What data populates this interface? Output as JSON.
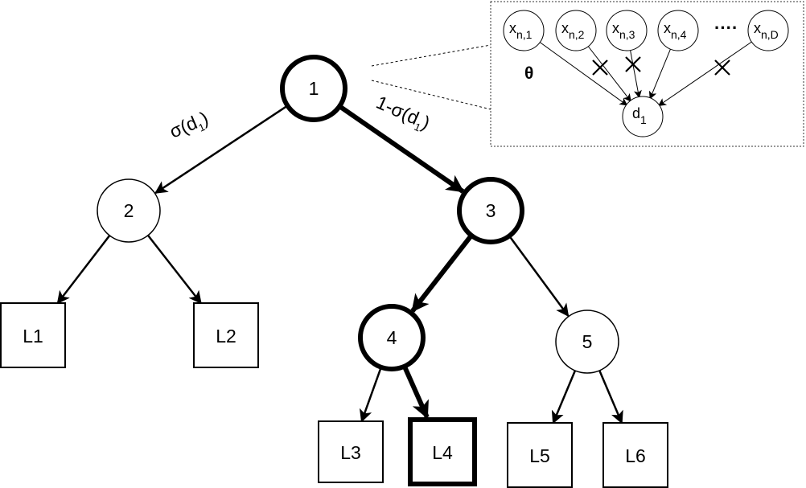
{
  "nodes": [
    {
      "id": "n1",
      "label": "1",
      "bold": true
    },
    {
      "id": "n2",
      "label": "2",
      "bold": false
    },
    {
      "id": "n3",
      "label": "3",
      "bold": true
    },
    {
      "id": "n4",
      "label": "4",
      "bold": true
    },
    {
      "id": "n5",
      "label": "5",
      "bold": false
    }
  ],
  "leaves": [
    {
      "id": "L1",
      "label": "L1",
      "bold": false
    },
    {
      "id": "L2",
      "label": "L2",
      "bold": false
    },
    {
      "id": "L3",
      "label": "L3",
      "bold": false
    },
    {
      "id": "L4",
      "label": "L4",
      "bold": true
    },
    {
      "id": "L5",
      "label": "L5",
      "bold": false
    },
    {
      "id": "L6",
      "label": "L6",
      "bold": false
    }
  ],
  "edges": [
    {
      "from": "n1",
      "to": "n2",
      "bold": false
    },
    {
      "from": "n1",
      "to": "n3",
      "bold": true
    },
    {
      "from": "n2",
      "to": "L1",
      "bold": false
    },
    {
      "from": "n2",
      "to": "L2",
      "bold": false
    },
    {
      "from": "n3",
      "to": "n4",
      "bold": true
    },
    {
      "from": "n3",
      "to": "n5",
      "bold": false
    },
    {
      "from": "n4",
      "to": "L3",
      "bold": false
    },
    {
      "from": "n4",
      "to": "L4",
      "bold": true
    },
    {
      "from": "n5",
      "to": "L5",
      "bold": false
    },
    {
      "from": "n5",
      "to": "L6",
      "bold": false
    }
  ],
  "edge_labels": {
    "left": {
      "prefix": "σ(d",
      "sub": "1",
      "suffix": ")"
    },
    "right": {
      "prefix": "1-σ(d",
      "sub": "1",
      "suffix": ")"
    }
  },
  "inset": {
    "inputs": [
      {
        "base": "x",
        "sub": "n,1",
        "masked": false
      },
      {
        "base": "x",
        "sub": "n,2",
        "masked": true
      },
      {
        "base": "x",
        "sub": "n,3",
        "masked": true
      },
      {
        "base": "x",
        "sub": "n,4",
        "masked": false
      },
      {
        "base": "x",
        "sub": "n,D",
        "masked": true
      }
    ],
    "ellipsis": "····",
    "theta": "θ",
    "decision": {
      "base": "d",
      "sub": "1"
    }
  },
  "colors": {
    "stroke": "#000000",
    "fill": "#ffffff",
    "inset_border": "#333333"
  }
}
